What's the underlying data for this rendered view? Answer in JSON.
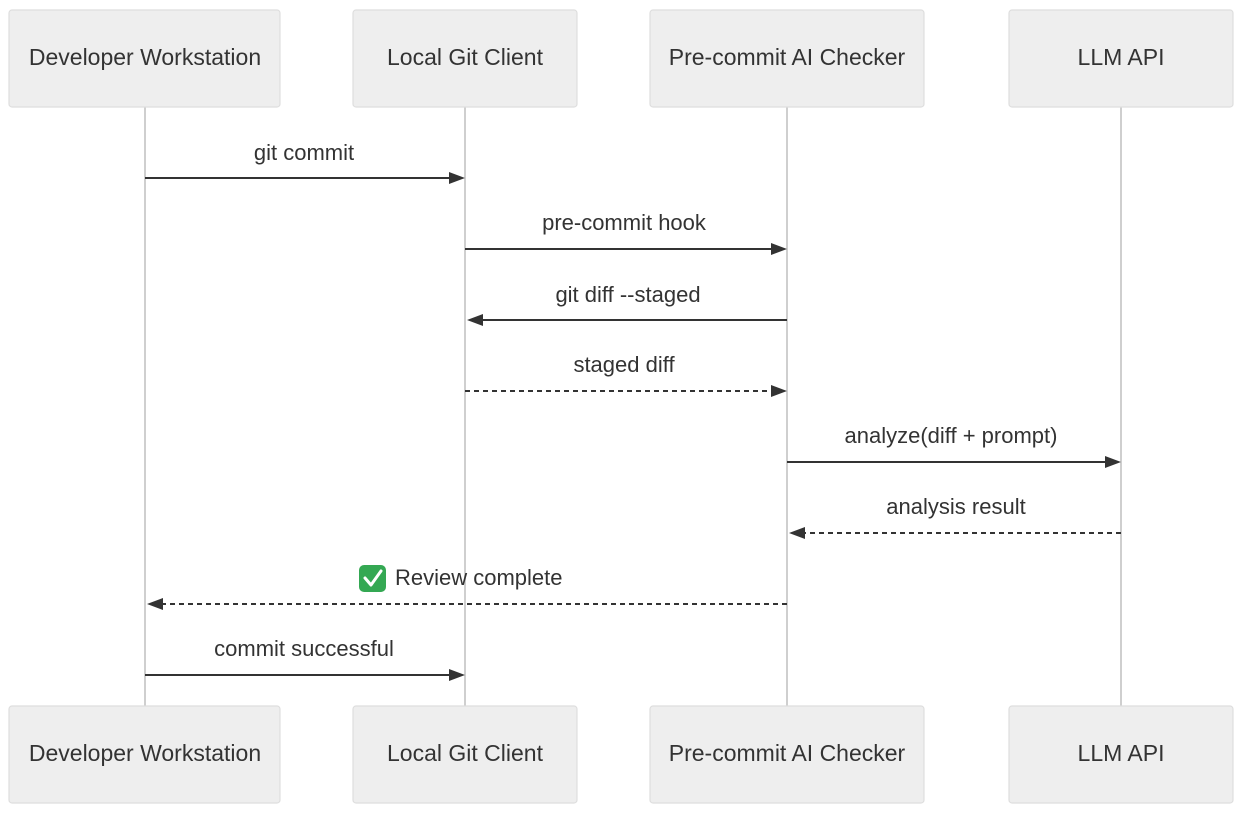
{
  "participants": [
    {
      "id": "dev",
      "label": "Developer Workstation"
    },
    {
      "id": "git",
      "label": "Local Git Client"
    },
    {
      "id": "checker",
      "label": "Pre-commit AI Checker"
    },
    {
      "id": "llm",
      "label": "LLM API"
    }
  ],
  "messages": [
    {
      "from": "dev",
      "to": "git",
      "label": "git commit",
      "style": "solid"
    },
    {
      "from": "git",
      "to": "checker",
      "label": "pre-commit hook",
      "style": "solid"
    },
    {
      "from": "checker",
      "to": "git",
      "label": "git diff --staged",
      "style": "solid"
    },
    {
      "from": "git",
      "to": "checker",
      "label": "staged diff",
      "style": "dashed"
    },
    {
      "from": "checker",
      "to": "llm",
      "label": "analyze(diff + prompt)",
      "style": "solid"
    },
    {
      "from": "llm",
      "to": "checker",
      "label": "analysis result",
      "style": "dashed"
    },
    {
      "from": "checker",
      "to": "dev",
      "label": "Review complete",
      "style": "dashed",
      "icon": "check-mark-icon"
    },
    {
      "from": "dev",
      "to": "git",
      "label": "commit successful",
      "style": "solid"
    }
  ]
}
